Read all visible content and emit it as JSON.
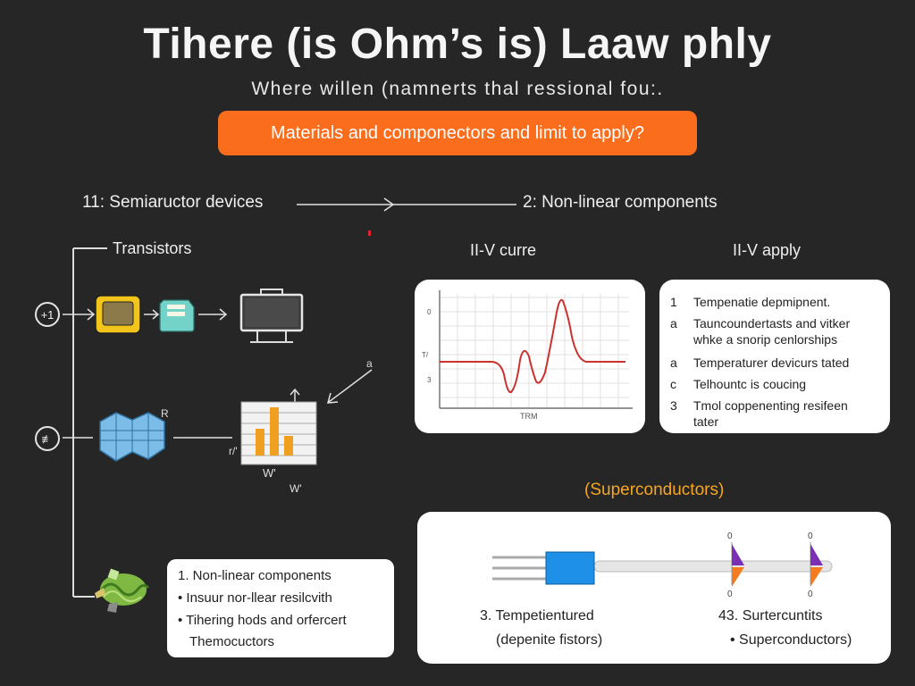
{
  "title": "Tihere (is Ohm’s is) Laaw phly",
  "subtitle": "Where willen (namnerts thal ressional fou:.",
  "banner": "Materials and componectors and limit to apply?",
  "flow": {
    "left_heading": "11: Semiaructor devices",
    "right_heading": "2: Non-linear components"
  },
  "left_tree": {
    "transistors_label": "Transistors",
    "node1_marker": "+1",
    "node2_marker": "≢",
    "chip_marker": "R",
    "arrow_marker": "a",
    "chart_side_label": "r/'",
    "chart_bottom_label1": "W'",
    "chart_bottom_label2": "W'"
  },
  "iv_curve": {
    "heading": "II-V curre",
    "xlabel": "TRM",
    "ylabel": "T/",
    "tick1": "0",
    "tick2": "3"
  },
  "iv_apply": {
    "heading": "II-V apply",
    "items": [
      {
        "marker": "1",
        "text": "Tempenatie depmipnent."
      },
      {
        "marker": "a",
        "text": "Tauncoundertasts and vitker"
      },
      {
        "marker": "",
        "text": "whke a snorip cenlorships"
      },
      {
        "marker": "a",
        "text": "Temperaturer devicurs tated"
      },
      {
        "marker": "c",
        "text": "Telhountc is coucing"
      },
      {
        "marker": "3",
        "text": "Tmol coppenenting resifeen"
      },
      {
        "marker": "",
        "text": "tater"
      }
    ]
  },
  "nonlinear_card": {
    "items": [
      "1. Non-linear components",
      "• Insuur nor-llear resilcvith",
      "• Tihering hods and orfercert",
      "Themocuctors"
    ]
  },
  "superconductors": {
    "heading": "(Superconductors)",
    "marker_top1": "0",
    "marker_bottom1": "0",
    "marker_top2": "0",
    "marker_bottom2": "0",
    "left_caption1": "3. Tempetientured",
    "left_caption2": "(depenite fistors)",
    "right_caption1": "43. Surtercuntits",
    "right_caption2": "• Superconductors)"
  },
  "colors": {
    "background": "#262627",
    "accent_orange": "#fa6d1d",
    "heading_orange": "#f6a623",
    "curve_red": "#c9322e",
    "blue_block": "#1e90e8",
    "purple": "#7b2fb5"
  }
}
